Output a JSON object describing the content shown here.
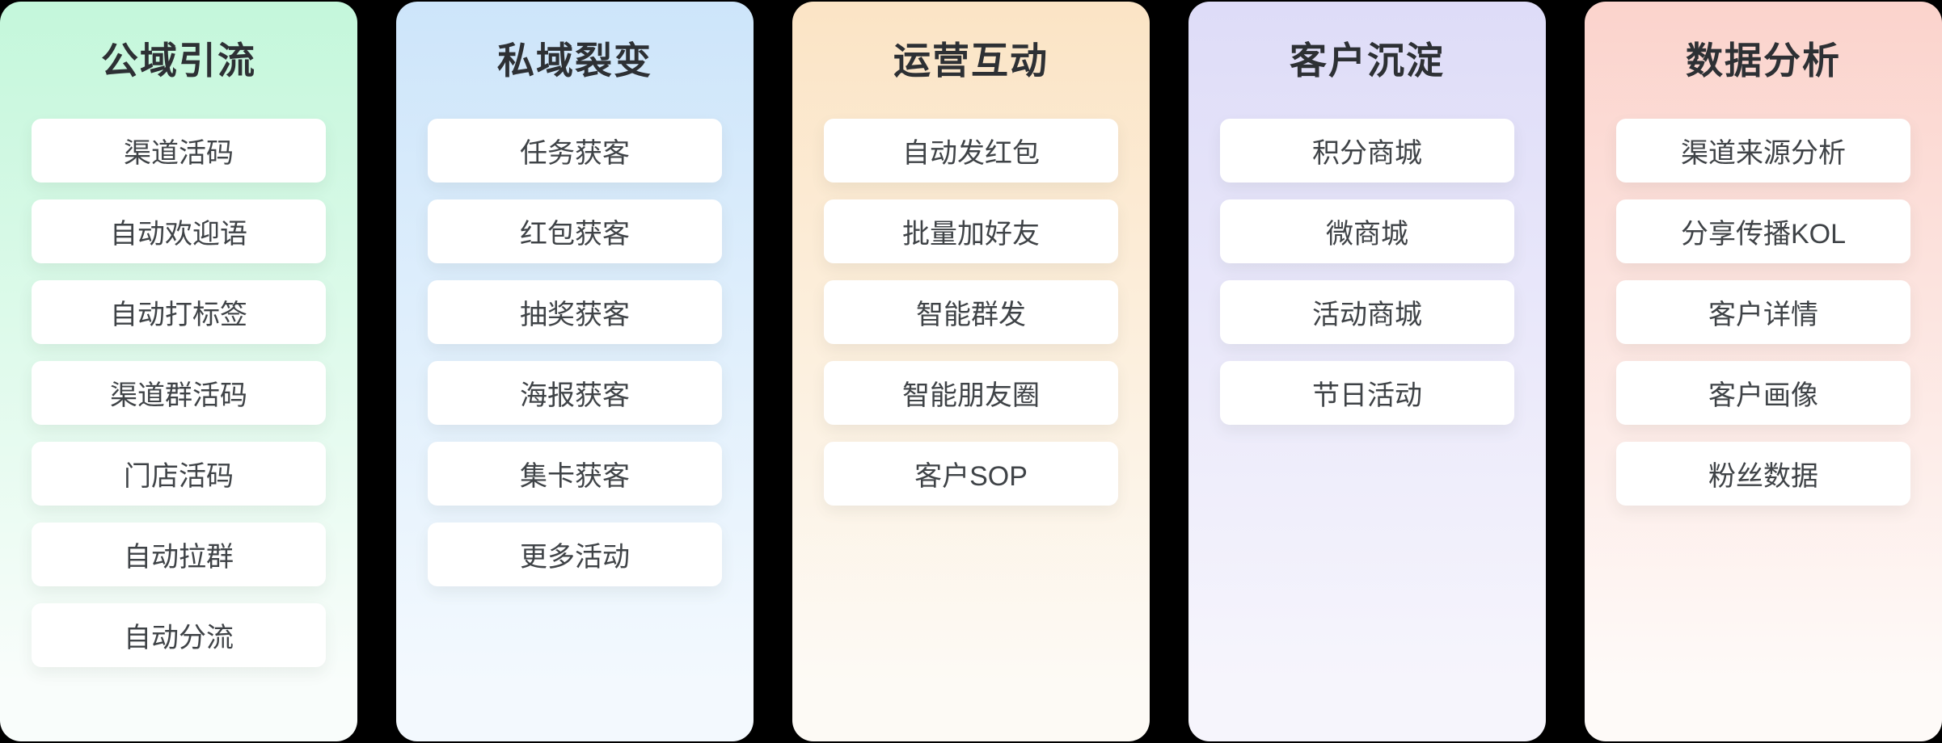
{
  "page": {
    "background": "#000000",
    "card_background": "#ffffff",
    "title_color": "#2d3034",
    "item_text_color": "#3f4347"
  },
  "columns": [
    {
      "title": "公域引流",
      "color_top": "#c4f7db",
      "color_bottom": "#f9fdfb",
      "items": [
        "渠道活码",
        "自动欢迎语",
        "自动打标签",
        "渠道群活码",
        "门店活码",
        "自动拉群",
        "自动分流"
      ]
    },
    {
      "title": "私域裂变",
      "color_top": "#cde5fa",
      "color_bottom": "#f3f9fe",
      "items": [
        "任务获客",
        "红包获客",
        "抽奖获客",
        "海报获客",
        "集卡获客",
        "更多活动"
      ]
    },
    {
      "title": "运营互动",
      "color_top": "#fbe4c5",
      "color_bottom": "#fdfaf5",
      "items": [
        "自动发红包",
        "批量加好友",
        "智能群发",
        "智能朋友圈",
        "客户SOP"
      ]
    },
    {
      "title": "客户沉淀",
      "color_top": "#dedcf8",
      "color_bottom": "#f6f5fc",
      "items": [
        "积分商城",
        "微商城",
        "活动商城",
        "节日活动"
      ]
    },
    {
      "title": "数据分析",
      "color_top": "#fbd3cc",
      "color_bottom": "#fefaf8",
      "items": [
        "渠道来源分析",
        "分享传播KOL",
        "客户详情",
        "客户画像",
        "粉丝数据"
      ]
    }
  ]
}
